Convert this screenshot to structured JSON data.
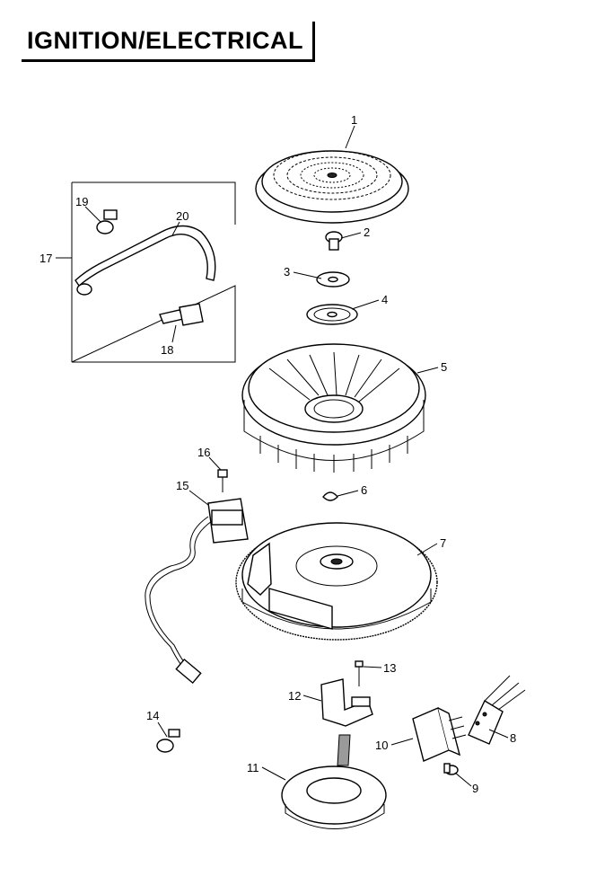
{
  "title": "IGNITION/ELECTRICAL",
  "callouts": [
    {
      "id": "callout-1",
      "number": "1"
    },
    {
      "id": "callout-2",
      "number": "2"
    },
    {
      "id": "callout-3",
      "number": "3"
    },
    {
      "id": "callout-4",
      "number": "4"
    },
    {
      "id": "callout-5",
      "number": "5"
    },
    {
      "id": "callout-6",
      "number": "6"
    },
    {
      "id": "callout-7",
      "number": "7"
    },
    {
      "id": "callout-8",
      "number": "8"
    },
    {
      "id": "callout-9",
      "number": "9"
    },
    {
      "id": "callout-10",
      "number": "10"
    },
    {
      "id": "callout-11",
      "number": "11"
    },
    {
      "id": "callout-12",
      "number": "12"
    },
    {
      "id": "callout-13",
      "number": "13"
    },
    {
      "id": "callout-14",
      "number": "14"
    },
    {
      "id": "callout-15",
      "number": "15"
    },
    {
      "id": "callout-16",
      "number": "16"
    },
    {
      "id": "callout-17",
      "number": "17"
    },
    {
      "id": "callout-18",
      "number": "18"
    },
    {
      "id": "callout-19",
      "number": "19"
    },
    {
      "id": "callout-20",
      "number": "20"
    }
  ]
}
